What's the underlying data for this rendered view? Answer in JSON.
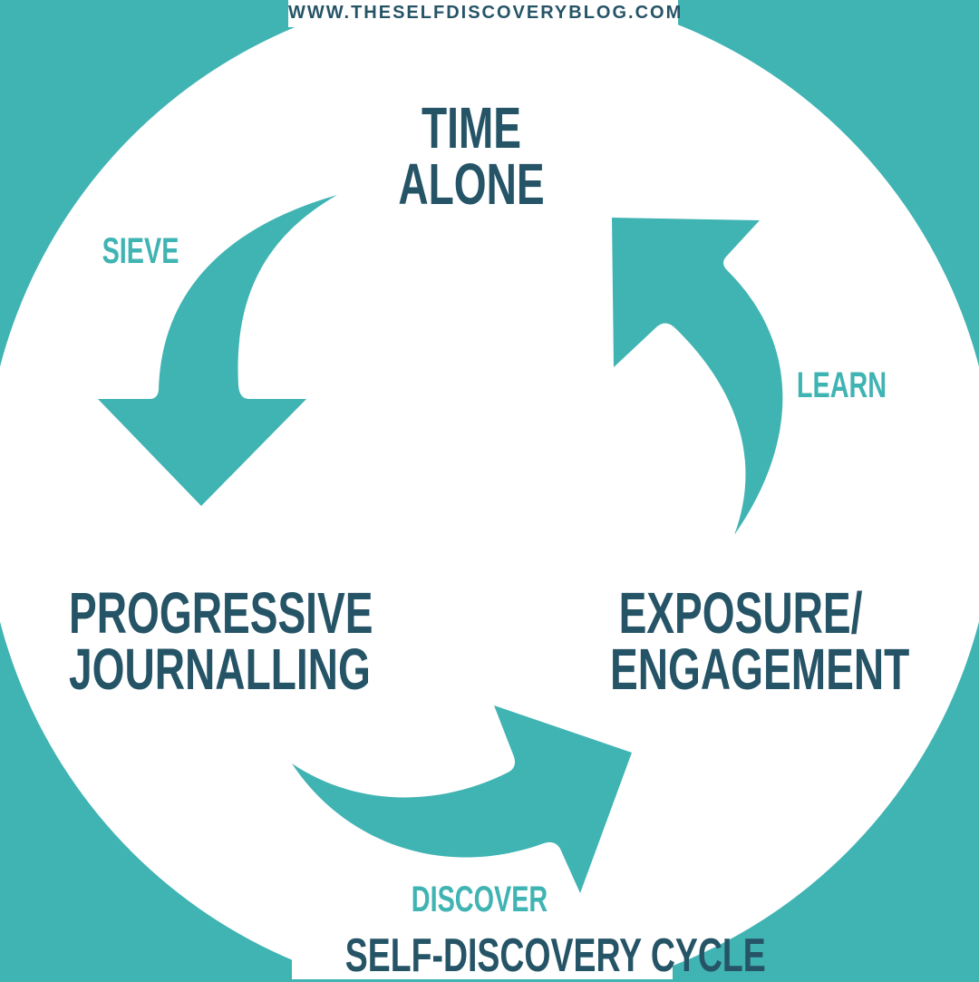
{
  "website": "WWW.THESELFDISCOVERYBLOG.COM",
  "title": "SELF-DISCOVERY CYCLE",
  "nodes": {
    "time_alone": [
      "TIME",
      "ALONE"
    ],
    "progressive_journalling": [
      "PROGRESSIVE",
      "JOURNALLING"
    ],
    "exposure_engagement": [
      "EXPOSURE/",
      "ENGAGEMENT"
    ]
  },
  "steps": {
    "sieve": "SIEVE",
    "learn": "LEARN",
    "discover": "DISCOVER"
  },
  "colors": {
    "teal": "#40b3b3",
    "navy": "#265467",
    "white": "#ffffff"
  }
}
